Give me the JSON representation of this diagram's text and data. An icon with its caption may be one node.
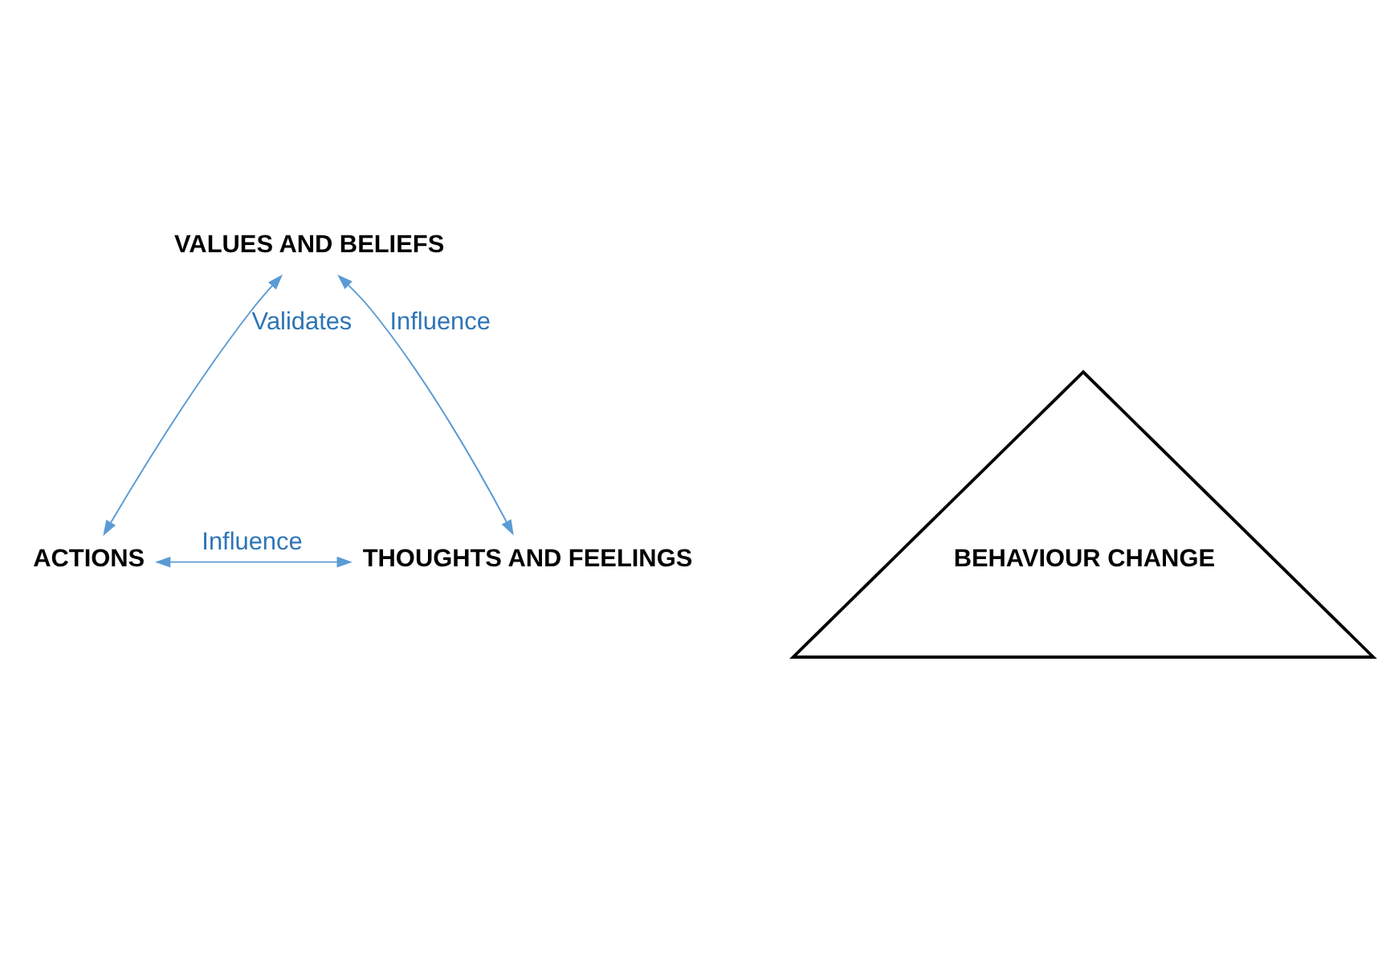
{
  "diagram": {
    "nodes": [
      {
        "text": [
          "VALUES AND BELIEFS"
        ]
      },
      {
        "text": [
          "BEHAVIOUR CHANGE"
        ]
      },
      {
        "text": [
          "ACTIONS"
        ]
      },
      {
        "text": [
          "THOUGHTS AND FEELINGS"
        ]
      }
    ],
    "edges": [
      {
        "from": 2,
        "to": 0,
        "arrow": "both",
        "label": "Validates"
      },
      {
        "from": 0,
        "to": 3,
        "arrow": "both",
        "label": "Influence"
      },
      {
        "from": 2,
        "to": 3,
        "arrow": "both",
        "label": "Influence"
      }
    ]
  }
}
